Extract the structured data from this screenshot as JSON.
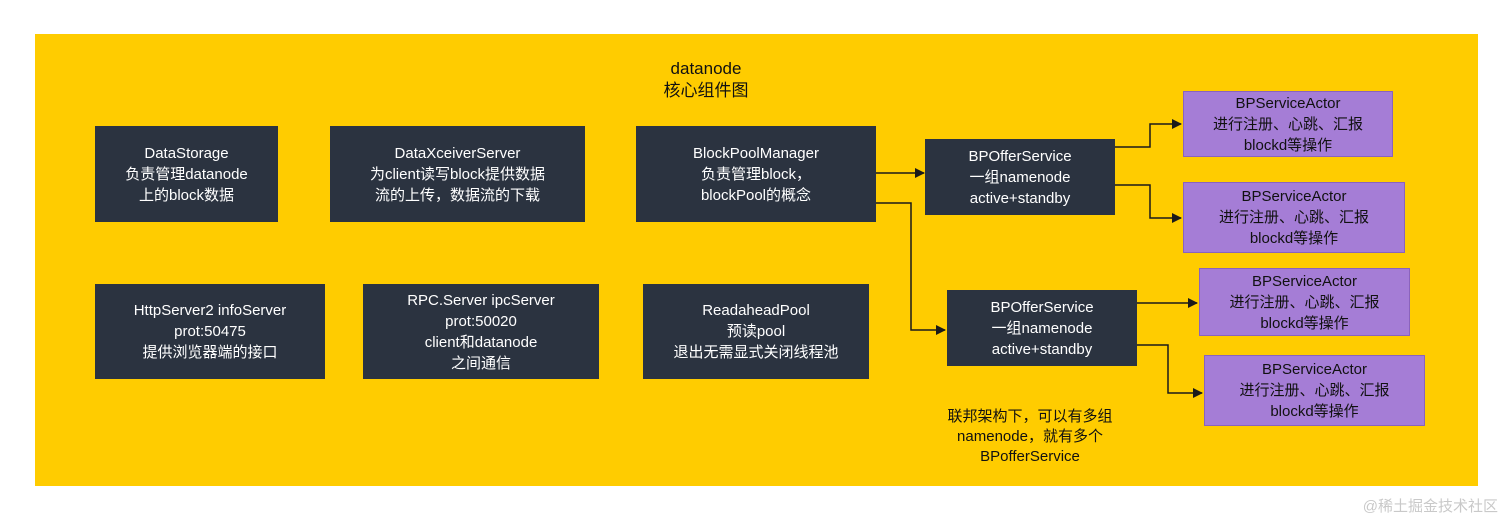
{
  "title": [
    "datanode",
    "核心组件图"
  ],
  "components": {
    "data_storage": [
      "DataStorage",
      "负责管理datanode",
      "上的block数据"
    ],
    "dataxceiver_server": [
      "DataXceiverServer",
      "为client读写block提供数据",
      "流的上传，数据流的下载"
    ],
    "block_pool_manager": [
      "BlockPoolManager",
      "负责管理block，",
      "blockPool的概念"
    ],
    "http_server": [
      "HttpServer2 infoServer",
      "prot:50475",
      "提供浏览器端的接口"
    ],
    "rpc_server": [
      "RPC.Server ipcServer",
      "prot:50020",
      "client和datanode",
      "之间通信"
    ],
    "readahead_pool": [
      "ReadaheadPool",
      "预读pool",
      "退出无需显式关闭线程池"
    ]
  },
  "offer_services": [
    [
      "BPOfferService",
      "一组namenode",
      "active+standby"
    ],
    [
      "BPOfferService",
      "一组namenode",
      "active+standby"
    ]
  ],
  "actors": [
    [
      "BPServiceActor",
      "进行注册、心跳、汇报",
      "blockd等操作"
    ],
    [
      "BPServiceActor",
      "进行注册、心跳、汇报",
      "blockd等操作"
    ],
    [
      "BPServiceActor",
      "进行注册、心跳、汇报",
      "blockd等操作"
    ],
    [
      "BPServiceActor",
      "进行注册、心跳、汇报",
      "blockd等操作"
    ]
  ],
  "note": [
    "联邦架构下，可以有多组",
    "namenode，就有多个",
    "BPofferService"
  ],
  "watermark": "@稀土掘金技术社区",
  "colors": {
    "background": "#FFCC00",
    "dark_box": "#2B3340",
    "actor_box": "#A57DD6",
    "connector": "#1a1a1a"
  }
}
